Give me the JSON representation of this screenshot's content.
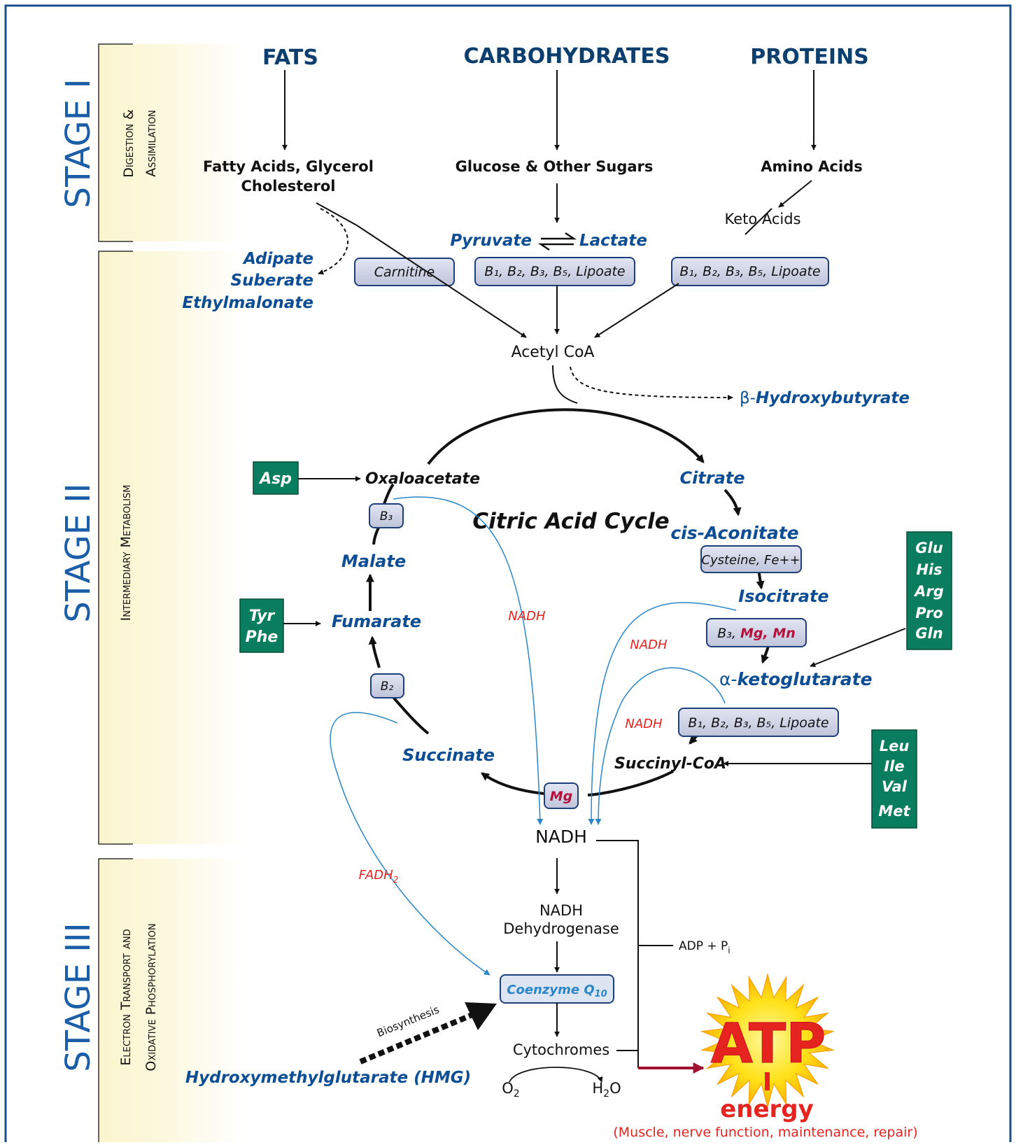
{
  "stages": {
    "s1": {
      "title": "STAGE I",
      "sub1": "Digestion &",
      "sub2": "Assimilation"
    },
    "s2": {
      "title": "STAGE II",
      "sub1": "Intermediary Metabolism"
    },
    "s3": {
      "title": "STAGE III",
      "sub1": "Electron Transport and",
      "sub2": "Oxidative Phosphorylation"
    }
  },
  "sources": {
    "fats": "FATS",
    "carbs": "CARBOHYDRATES",
    "proteins": "PROTEINS"
  },
  "products": {
    "fatty1": "Fatty Acids, Glycerol",
    "fatty2": "Cholesterol",
    "glucose": "Glucose & Other Sugars",
    "amino": "Amino Acids",
    "keto": "Keto Acids",
    "pyruvate": "Pyruvate",
    "lactate": "Lactate"
  },
  "side": {
    "adipate": "Adipate",
    "suberate": "Suberate",
    "ethylmalonate": "Ethylmalonate",
    "bhb_prefix": "β-",
    "bhb": "Hydroxybutyrate"
  },
  "cofactors": {
    "carnitine": "Carnitine",
    "pyruvate_b": "B₁, B₂, B₃, B₅, Lipoate",
    "keto_b": "B₁, B₂, B₃, B₅, Lipoate",
    "cysteine": "Cysteine, Fe++",
    "isocitrate_b3": "B₃,",
    "isocitrate_mg": "Mg, Mn",
    "akg_b": "B₁, B₂, B₃, B₅, Lipoate",
    "mg": "Mg",
    "b3": "B₃",
    "b2": "B₂"
  },
  "cycle": {
    "title": "Citric Acid Cycle",
    "acetyl": "Acetyl CoA",
    "oxaloacetate": "Oxaloacetate",
    "citrate": "Citrate",
    "cis": "cis-Aconitate",
    "isocitrate": "Isocitrate",
    "akg_prefix": "α-",
    "akg": "ketoglutarate",
    "succinylcoa": "Succinyl-CoA",
    "succinate": "Succinate",
    "fumarate": "Fumarate",
    "malate": "Malate"
  },
  "amino_inputs": {
    "asp": "Asp",
    "tyr": "Tyr",
    "phe": "Phe",
    "glu": "Glu",
    "his": "His",
    "arg": "Arg",
    "pro": "Pro",
    "gln": "Gln",
    "leu": "Leu",
    "ile": "Ile",
    "val": "Val",
    "met": "Met"
  },
  "electron": {
    "nadh_label": "NADH",
    "fadh": "FADH",
    "fadh_sub": "2",
    "nadh": "NADH",
    "dehyd1": "NADH",
    "dehyd2": "Dehydrogenase",
    "coq": "Coenzyme Q",
    "coq_sub": "10",
    "cyto": "Cytochromes",
    "o2": "O",
    "o2_sub": "2",
    "h2o_h": "H",
    "h2o_sub": "2",
    "h2o_o": "O",
    "adp": "ADP +  P",
    "adp_sub": "i",
    "biosynthesis": "Biosynthesis",
    "hmg": "Hydroxymethylglutarate (HMG)"
  },
  "atp": {
    "label": "ATP",
    "energy": "energy",
    "note": "(Muscle, nerve function, maintenance, repair)"
  },
  "colors": {
    "blue": "#0d4d93",
    "green": "#0a7d5e",
    "red": "#e52420",
    "magenta": "#b3123f",
    "thin_blue": "#2b86c7",
    "box": "#c9cde0"
  }
}
